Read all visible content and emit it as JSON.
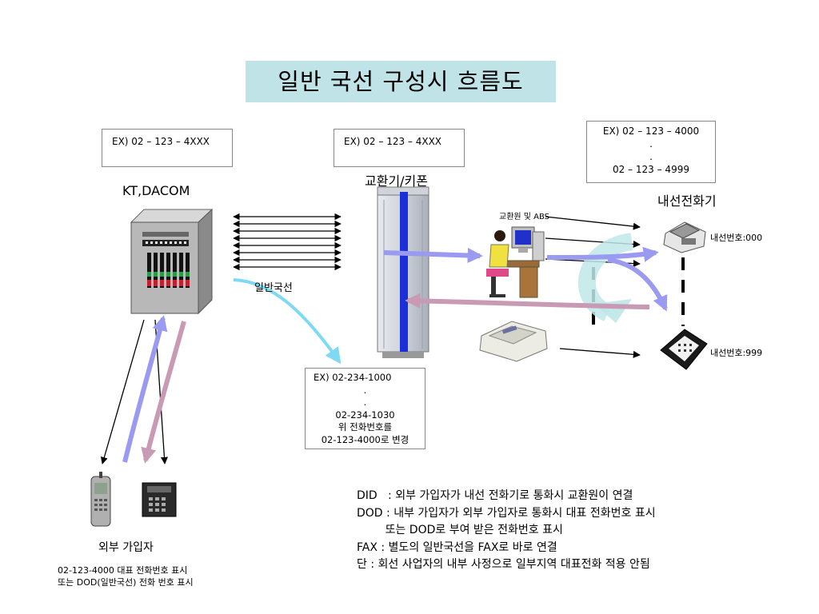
{
  "title": "일반 국선 구성시 흐름도",
  "kt_label": "KT,DACOM",
  "kt_box": "EX) 02 – 123 – 4XXX",
  "pbx_label": "교환기/키폰",
  "pbx_box": "EX) 02 – 123 – 4XXX",
  "ext_label": "내선전화기",
  "ext_box": [
    "EX) 02 – 123 – 4000",
    ".",
    ".",
    "02 – 123 – 4999"
  ],
  "operator_label": "교환원 및 ABS",
  "ext_first": "내선번호:000",
  "ext_last": "내선번호:999",
  "trunk_label": "일반국선",
  "did_box": [
    "EX) 02-234-1000",
    ".",
    ".",
    "02-234-1030",
    "위 전화번호를",
    "02-123-4000로 변경"
  ],
  "subscriber_label": "외부 가입자",
  "subscriber_note": [
    "02-123-4000 대표 전화번호 표시",
    "또는 DOD(일반국선) 전화 번호 표시"
  ],
  "legend": [
    "DID   : 외부 가입자가 내선 전화기로 통화시 교환원이 연결",
    "DOD : 내부 가입자가 외부 가입자로 통화시 대표 전화번호 표시",
    "        또는 DOD로 부여 받은 전화번호 표시",
    "FAX : 별도의 일반국선을 FAX로 바로 연결",
    "단 : 회선 사업자의 내부 사정으로 일부지역 대표전화 적용 안됨"
  ]
}
